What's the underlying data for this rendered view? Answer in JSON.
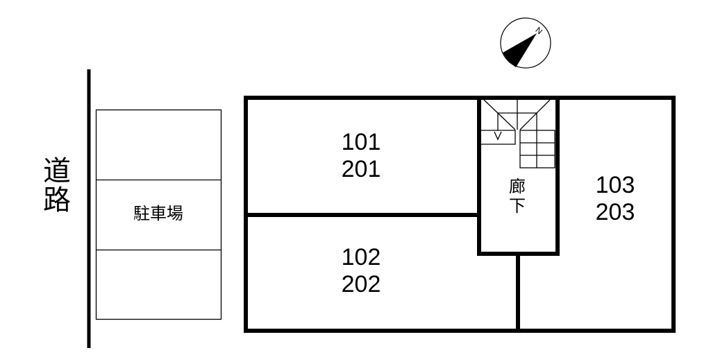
{
  "road": {
    "label_line1": "道",
    "label_line2": "路"
  },
  "parking": {
    "label": "駐車場",
    "spaces": 3
  },
  "rooms": [
    {
      "line1": "101",
      "line2": "201"
    },
    {
      "line1": "102",
      "line2": "202"
    },
    {
      "line1": "103",
      "line2": "203"
    }
  ],
  "corridor": {
    "line1": "廊",
    "line2": "下"
  },
  "compass": {
    "label": "N",
    "icon": "north-arrow-icon"
  },
  "colors": {
    "line": "#000000",
    "background": "#ffffff"
  }
}
